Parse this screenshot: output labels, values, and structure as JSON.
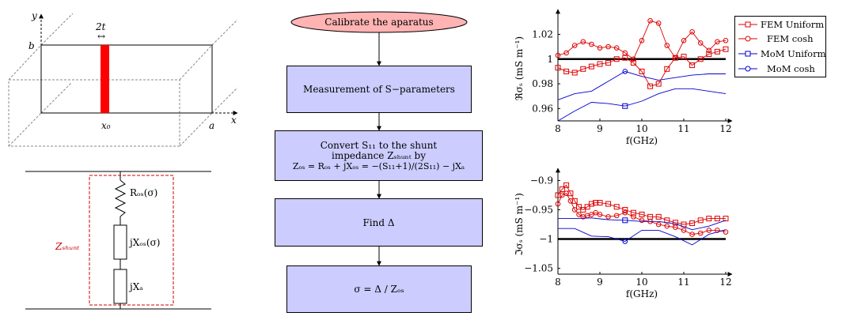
{
  "panel_3d": {
    "axis_y": "y",
    "axis_x": "x",
    "label_b": "b",
    "label_a": "a",
    "label_x0": "x₀",
    "label_2t": "2t",
    "arrow_2t": "↔",
    "strip_color": "#ff0000"
  },
  "circuit": {
    "r_label": "Rₒₛ(σ)",
    "x_label": "jXₒₛ(σ)",
    "xa_label": "jXₐ",
    "z_label": "Zₛₕᵤₙₜ",
    "z_color": "#cc0000"
  },
  "flowchart": {
    "start": "Calibrate the aparatus",
    "step1": "Measurement of S−parameters",
    "step2_line1": "Convert S₁₁ to the shunt",
    "step2_line2": "impedance Zₛₕᵤₙₜ by",
    "step2_line3": "Zₒₛ = Rₒₛ + jXₒₛ = −(S₁₁+1)/(2S₁₁) − jXₐ",
    "step3": "Find Δ",
    "step4": "σ  =  Δ / Zₒₛ",
    "start_fill": "#ffb3b3",
    "box_fill": "#ccccff"
  },
  "chart_data": [
    {
      "type": "line",
      "xlabel": "f(GHz)",
      "ylabel": "ℜσₛ (mS m⁻¹)",
      "xlim": [
        8,
        12
      ],
      "ylim": [
        0.95,
        1.035
      ],
      "xticks": [
        "8",
        "9",
        "10",
        "11",
        "12"
      ],
      "yticks": [
        "0.96",
        "0.98",
        "1",
        "1.02"
      ],
      "reference": 1.0,
      "series": [
        {
          "name": "FEM Uniform",
          "color": "#dd0000",
          "marker": "square",
          "x": [
            8.0,
            8.2,
            8.4,
            8.6,
            8.8,
            9.0,
            9.2,
            9.4,
            9.6,
            9.8,
            10.0,
            10.2,
            10.4,
            10.6,
            10.8,
            11.0,
            11.2,
            11.4,
            11.6,
            11.8,
            12.0
          ],
          "y": [
            0.993,
            0.99,
            0.989,
            0.992,
            0.994,
            0.996,
            0.997,
            1.0,
            1.001,
            0.997,
            0.99,
            0.978,
            0.98,
            0.992,
            1.001,
            1.002,
            0.995,
            1.0,
            1.004,
            1.006,
            1.008
          ]
        },
        {
          "name": "FEM cosh",
          "color": "#dd0000",
          "marker": "circle",
          "x": [
            8.0,
            8.2,
            8.4,
            8.6,
            8.8,
            9.0,
            9.2,
            9.4,
            9.6,
            9.8,
            10.0,
            10.2,
            10.4,
            10.6,
            10.8,
            11.0,
            11.2,
            11.4,
            11.6,
            11.8,
            12.0
          ],
          "y": [
            1.003,
            1.005,
            1.011,
            1.014,
            1.012,
            1.009,
            1.01,
            1.009,
            1.005,
            1.0,
            1.015,
            1.031,
            1.029,
            1.011,
            1.001,
            1.015,
            1.022,
            1.013,
            1.007,
            1.014,
            1.015
          ]
        },
        {
          "name": "MoM Uniform",
          "color": "#0000cc",
          "marker": "square",
          "x": [
            8.0,
            8.4,
            8.8,
            9.2,
            9.6,
            10.0,
            10.4,
            10.8,
            11.2,
            11.6,
            12.0
          ],
          "y": [
            0.95,
            0.958,
            0.965,
            0.964,
            0.962,
            0.966,
            0.972,
            0.976,
            0.976,
            0.974,
            0.972
          ]
        },
        {
          "name": "MoM cosh",
          "color": "#0000cc",
          "marker": "circle",
          "x": [
            8.0,
            8.4,
            8.8,
            9.2,
            9.6,
            10.0,
            10.4,
            10.8,
            11.2,
            11.6,
            12.0
          ],
          "y": [
            0.967,
            0.972,
            0.974,
            0.982,
            0.99,
            0.986,
            0.983,
            0.985,
            0.987,
            0.988,
            0.988
          ]
        }
      ]
    },
    {
      "type": "line",
      "xlabel": "f(GHz)",
      "ylabel": "ℑσₛ (mS m⁻¹)",
      "xlim": [
        8,
        12
      ],
      "ylim": [
        -1.06,
        -0.89
      ],
      "xticks": [
        "8",
        "9",
        "10",
        "11",
        "12"
      ],
      "yticks": [
        "−0.9",
        "−0.95",
        "−1",
        "−1.05"
      ],
      "reference": -1.0,
      "series": [
        {
          "name": "FEM Uniform",
          "color": "#dd0000",
          "marker": "square",
          "x": [
            8.0,
            8.1,
            8.2,
            8.3,
            8.4,
            8.5,
            8.6,
            8.7,
            8.8,
            8.9,
            9.0,
            9.2,
            9.4,
            9.6,
            9.8,
            10.0,
            10.2,
            10.4,
            10.6,
            10.8,
            11.0,
            11.2,
            11.4,
            11.6,
            11.8,
            12.0
          ],
          "y": [
            -0.925,
            -0.915,
            -0.908,
            -0.922,
            -0.935,
            -0.945,
            -0.95,
            -0.945,
            -0.94,
            -0.938,
            -0.938,
            -0.94,
            -0.945,
            -0.95,
            -0.955,
            -0.958,
            -0.962,
            -0.962,
            -0.968,
            -0.972,
            -0.975,
            -0.973,
            -0.968,
            -0.965,
            -0.965,
            -0.965
          ]
        },
        {
          "name": "FEM cosh",
          "color": "#dd0000",
          "marker": "circle",
          "x": [
            8.0,
            8.1,
            8.2,
            8.3,
            8.4,
            8.5,
            8.6,
            8.7,
            8.8,
            8.9,
            9.0,
            9.2,
            9.4,
            9.6,
            9.8,
            10.0,
            10.2,
            10.4,
            10.6,
            10.8,
            11.0,
            11.2,
            11.4,
            11.6,
            11.8,
            12.0
          ],
          "y": [
            -0.94,
            -0.925,
            -0.922,
            -0.935,
            -0.95,
            -0.958,
            -0.962,
            -0.96,
            -0.958,
            -0.955,
            -0.958,
            -0.962,
            -0.96,
            -0.955,
            -0.962,
            -0.968,
            -0.97,
            -0.975,
            -0.978,
            -0.98,
            -0.985,
            -0.992,
            -0.99,
            -0.985,
            -0.985,
            -0.988
          ]
        },
        {
          "name": "MoM Uniform",
          "color": "#0000cc",
          "marker": "square",
          "x": [
            8.0,
            8.4,
            8.8,
            9.2,
            9.6,
            10.0,
            10.4,
            10.8,
            11.2,
            11.6,
            12.0
          ],
          "y": [
            -0.965,
            -0.965,
            -0.964,
            -0.967,
            -0.968,
            -0.97,
            -0.97,
            -0.974,
            -0.984,
            -0.978,
            -0.968
          ]
        },
        {
          "name": "MoM cosh",
          "color": "#0000cc",
          "marker": "circle",
          "x": [
            8.0,
            8.4,
            8.8,
            9.2,
            9.6,
            10.0,
            10.4,
            10.8,
            11.2,
            11.6,
            12.0
          ],
          "y": [
            -0.982,
            -0.982,
            -0.995,
            -0.996,
            -1.004,
            -0.985,
            -0.985,
            -0.996,
            -1.01,
            -0.992,
            -0.984
          ]
        }
      ]
    }
  ]
}
